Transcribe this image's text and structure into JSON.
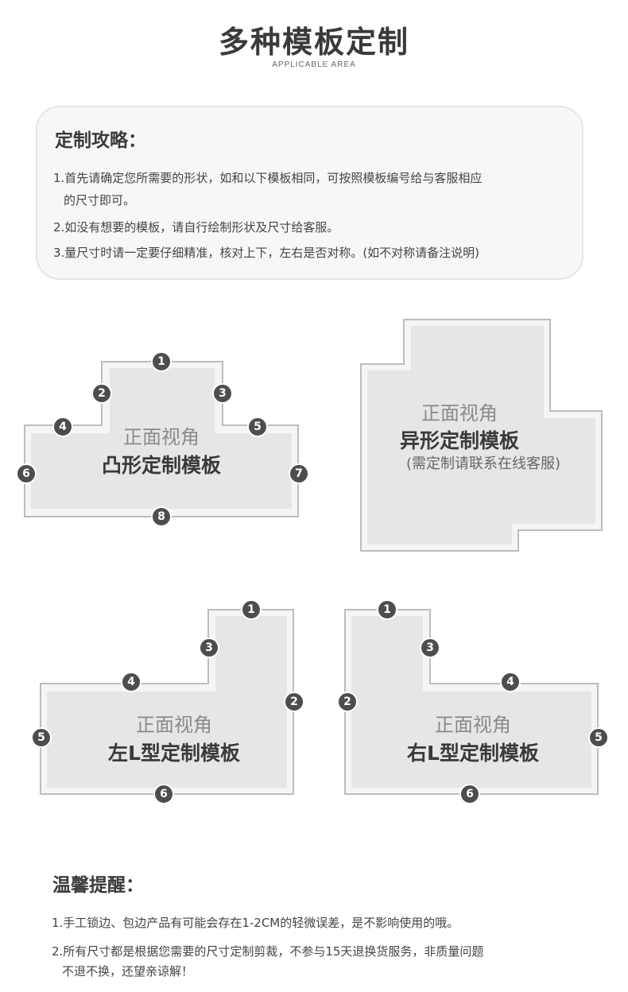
{
  "header": {
    "title": "多种模板定制",
    "subtitle": "APPLICABLE AREA"
  },
  "guide": {
    "title": "定制攻略：",
    "lines": [
      "1.首先请确定您所需要的形状，如和以下模板相同，可按照模板编号给与客服相应",
      "的尺寸即可。",
      "2.如没有想要的模板，请自行绘制形状及尺寸给客服。",
      "3.量尺寸时请一定要仔细精准，核对上下，左右是否对称。(如不对称请备注说明)"
    ]
  },
  "templates": {
    "convex": {
      "view": "正面视角",
      "name": "凸形定制模板",
      "markers": [
        "1",
        "2",
        "3",
        "4",
        "5",
        "6",
        "7",
        "8"
      ]
    },
    "irregular": {
      "view": "正面视角",
      "name": "异形定制模板",
      "note": "(需定制请联系在线客服)"
    },
    "left_l": {
      "view": "正面视角",
      "name": "左L型定制模板",
      "markers": [
        "1",
        "2",
        "3",
        "4",
        "5",
        "6"
      ]
    },
    "right_l": {
      "view": "正面视角",
      "name": "右L型定制模板",
      "markers": [
        "1",
        "2",
        "3",
        "4",
        "5",
        "6"
      ]
    }
  },
  "tips": {
    "title": "温馨提醒：",
    "lines": [
      "1.手工锁边、包边产品有可能会存在1-2CM的轻微误差，是不影响使用的哦。",
      "2.所有尺寸都是根据您需要的尺寸定制剪裁，不参与15天退换货服务，非质量问题",
      "不退不换，还望亲谅解！"
    ]
  },
  "colors": {
    "marker": "#4d4d4d",
    "shape_fill": "#e6e6e6",
    "shape_border": "#bdbdbd",
    "shape_inner": "#f5f5f5"
  }
}
